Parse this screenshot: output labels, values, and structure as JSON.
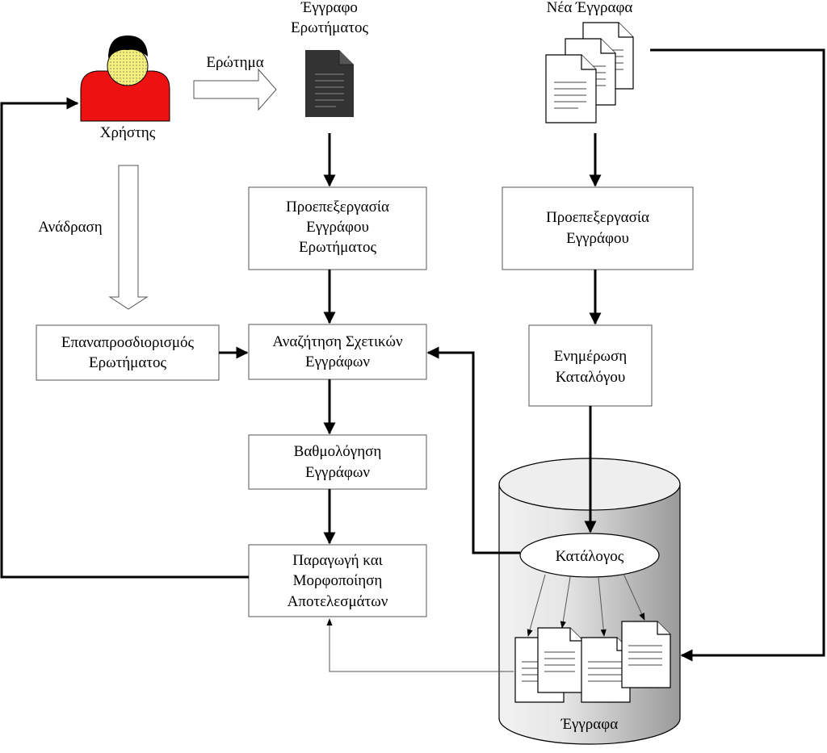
{
  "labels": {
    "user": "Χρήστης",
    "query_doc": [
      "Έγγραφο",
      "Ερωτήματος"
    ],
    "new_docs": "Νέα Έγγραφα",
    "query_arrow": "Ερώτημα",
    "feedback": "Ανάδραση",
    "documents": "Έγγραφα",
    "catalog": "Κατάλογος"
  },
  "boxes": {
    "preprocess_query": [
      "Προεπεξεργασία",
      "Εγγράφου",
      "Ερωτήματος"
    ],
    "preprocess_doc": [
      "Προεπεξεργασία",
      "Εγγράφου"
    ],
    "requery": [
      "Επαναπροσδιορισμός",
      "Ερωτήματος"
    ],
    "search": [
      "Αναζήτηση Σχετικών",
      "Εγγράφων"
    ],
    "update_catalog": [
      "Ενημέρωση",
      "Καταλόγου"
    ],
    "rank": [
      "Βαθμολόγηση",
      "Εγγράφων"
    ],
    "results": [
      "Παραγωγή και",
      "Μορφοποίηση",
      "Αποτελεσμάτων"
    ]
  },
  "colors": {
    "user_body": "#ee1111",
    "user_face": "#f5f07a",
    "user_hair": "#000000",
    "query_doc": "#333333",
    "cylinder_light": "#f2f2f2",
    "cylinder_dark": "#9a9a9a"
  }
}
